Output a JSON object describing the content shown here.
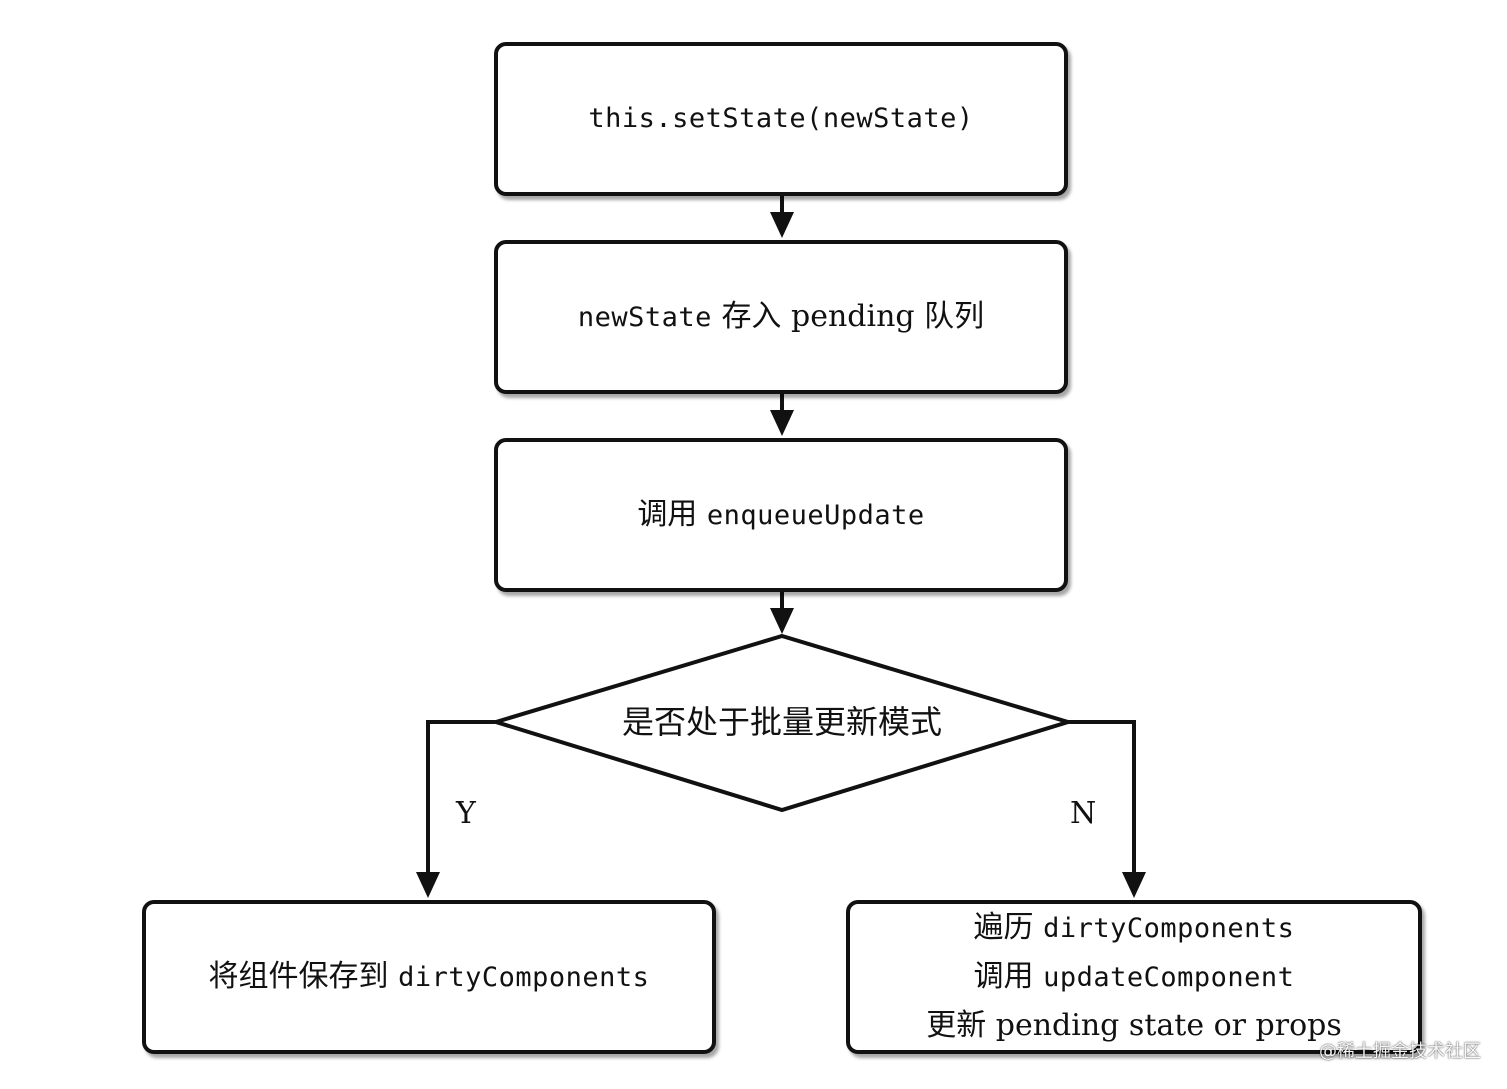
{
  "diagram": {
    "step1": {
      "code": "this.setState(newState)"
    },
    "step2": {
      "code": "newState",
      "text1": "存入",
      "text2": "pending",
      "text3": "队列"
    },
    "step3": {
      "text": "调用",
      "code": "enqueueUpdate"
    },
    "decision": {
      "text": "是否处于批量更新模式"
    },
    "branch_yes": {
      "label": "Y"
    },
    "branch_no": {
      "label": "N"
    },
    "result_yes": {
      "text": "将组件保存到",
      "code": "dirtyComponents"
    },
    "result_no": {
      "line1_text": "遍历",
      "line1_code": "dirtyComponents",
      "line2_text": "调用",
      "line2_code": "updateComponent",
      "line3_text": "更新",
      "line3_rest": "pending state or props"
    }
  },
  "watermark": "@稀土掘金技术社区",
  "colors": {
    "stroke": "#111111",
    "background": "#ffffff"
  }
}
